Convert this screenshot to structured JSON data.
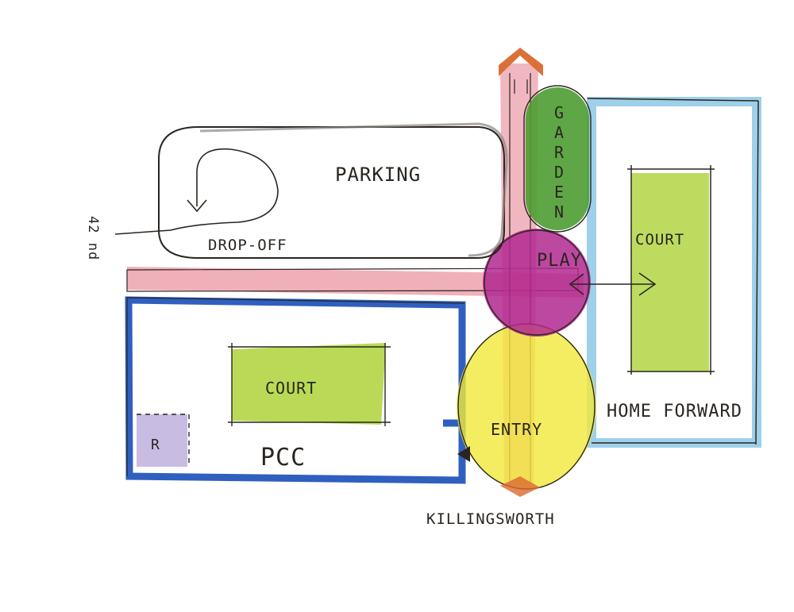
{
  "labels": {
    "parking": "PARKING",
    "drop_off": "DROP-OFF",
    "garden": "GARDEN",
    "play": "PLAY",
    "court_home_forward": "COURT",
    "home_forward": "HOME FORWARD",
    "court_pcc": "COURT",
    "pcc": "PCC",
    "entry": "ENTRY",
    "killingsworth": "KILLINGSWORTH",
    "r": "R",
    "street_side": "42 nd"
  },
  "colors": {
    "ink": "#2a2520",
    "pcc_blue": "#2f5fbf",
    "home_forward_blue": "#9fd0ea",
    "court_green": "#b6d84e",
    "garden_green": "#4e9d32",
    "play_magenta": "#b2288f",
    "entry_yellow": "#f3e83a",
    "path_red": "#e37082",
    "r_lavender": "#b7a6d9",
    "arrow_orange": "#d9692e"
  }
}
